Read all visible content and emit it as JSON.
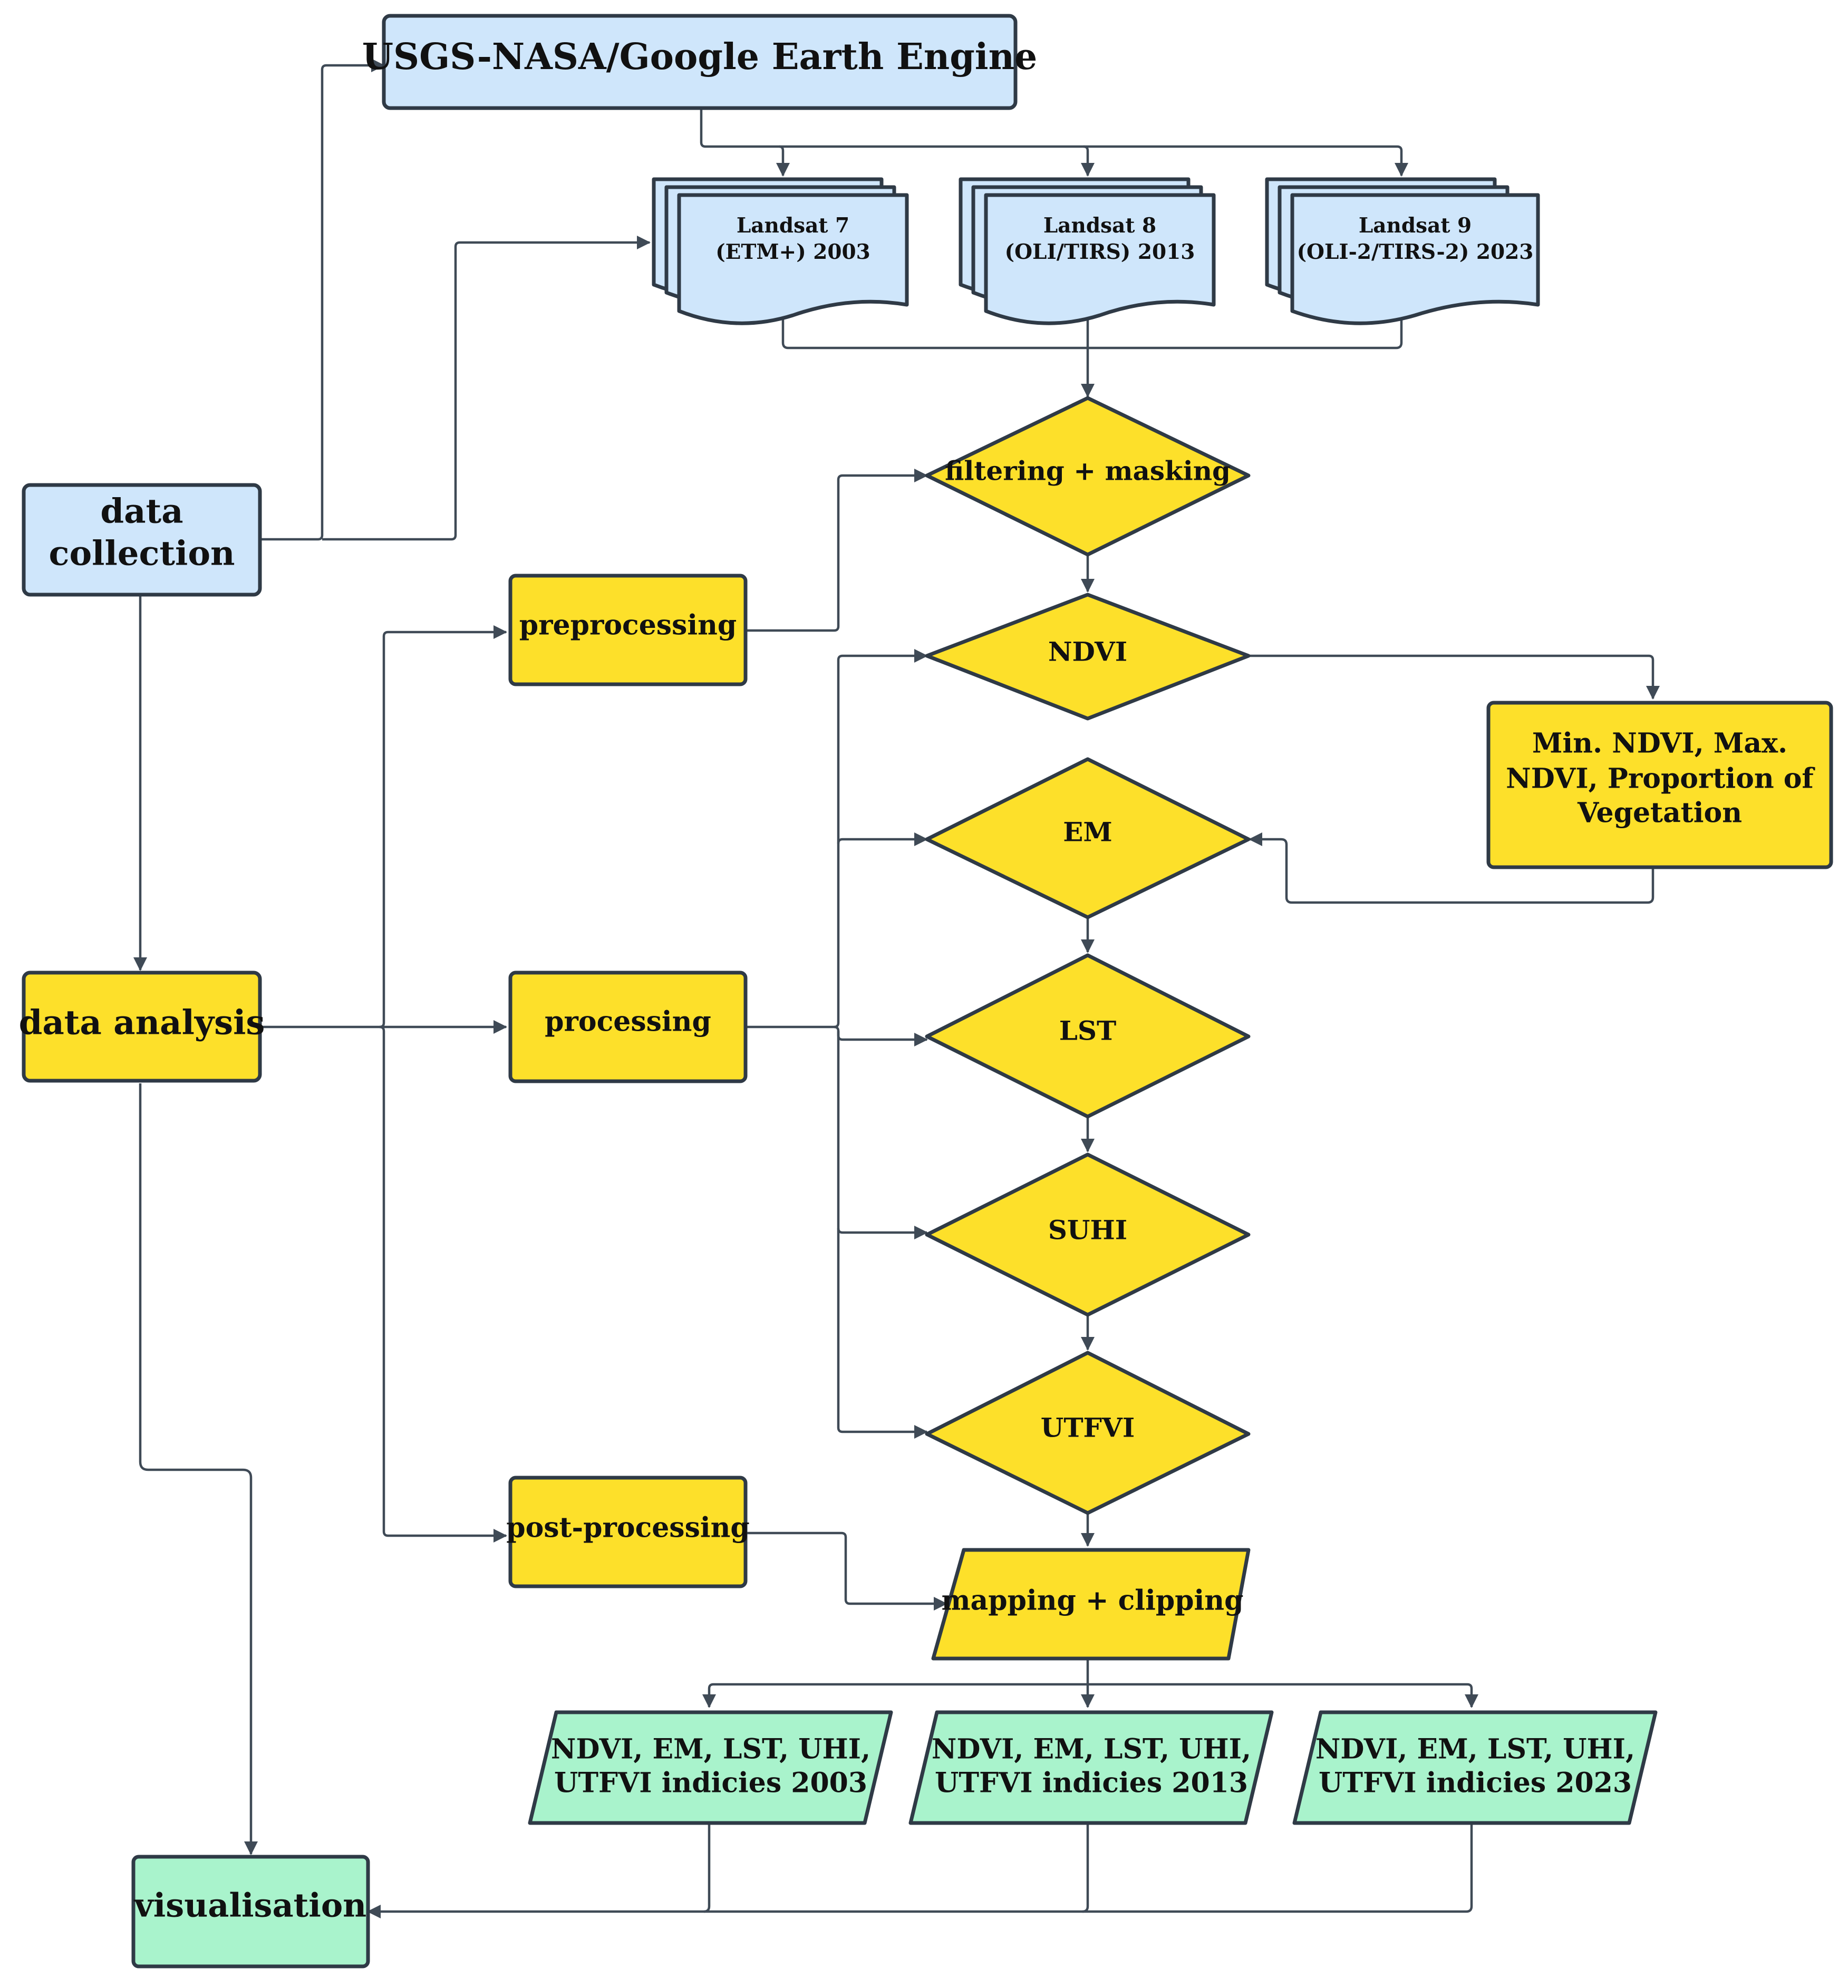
{
  "colors": {
    "blue": "#cfe6fb",
    "yellow": "#fde02a",
    "green": "#a9f3cc",
    "stroke": "#2f3a46",
    "edge": "#3f4a56"
  },
  "nodes": {
    "source": "USGS-NASA/Google Earth Engine",
    "landsat7": [
      "Landsat 7",
      "(ETM+) 2003"
    ],
    "landsat8": [
      "Landsat 8",
      "(OLI/TIRS) 2013"
    ],
    "landsat9": [
      "Landsat 9",
      "(OLI-2/TIRS-2) 2023"
    ],
    "data_collection": [
      "data",
      "collection"
    ],
    "data_analysis": "data analysis",
    "preprocessing": "preprocessing",
    "processing": "processing",
    "post_processing": "post-processing",
    "filtering": "filtering + masking",
    "ndvi": "NDVI",
    "ndvi_params": [
      "Min. NDVI, Max.",
      "NDVI, Proportion of",
      "Vegetation"
    ],
    "em": "EM",
    "lst": "LST",
    "suhi": "SUHI",
    "utfvi": "UTFVI",
    "mapping": "mapping + clipping",
    "out2003": [
      "NDVI, EM, LST, UHI,",
      "UTFVI indicies 2003"
    ],
    "out2013": [
      "NDVI, EM, LST, UHI,",
      "UTFVI indicies 2013"
    ],
    "out2023": [
      "NDVI, EM, LST, UHI,",
      "UTFVI indicies 2023"
    ],
    "visualisation": "visualisation"
  }
}
